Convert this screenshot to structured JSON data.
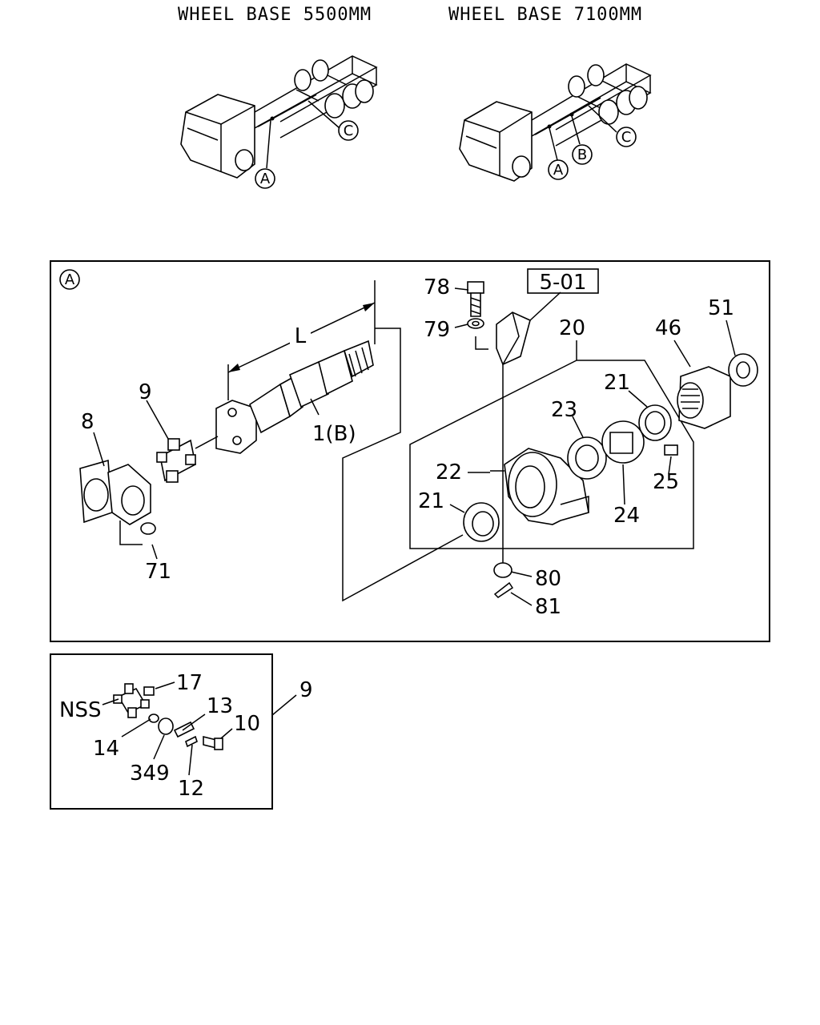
{
  "headers": {
    "left": "WHEEL BASE 5500MM",
    "right": "WHEEL BASE 7100MM"
  },
  "callouts": {
    "A": "A",
    "B": "B",
    "C": "C"
  },
  "section_ref": "5-01",
  "dimension_label": "L",
  "main_labels": {
    "p78": "78",
    "p79": "79",
    "p20": "20",
    "p46": "46",
    "p51": "51",
    "p21a": "21",
    "p23": "23",
    "p9": "9",
    "p8": "8",
    "p1b": "1(B)",
    "p22": "22",
    "p21b": "21",
    "p24": "24",
    "p25": "25",
    "p71": "71",
    "p80": "80",
    "p81": "81"
  },
  "detail_labels": {
    "p17": "17",
    "nss": "NSS",
    "p13": "13",
    "p10": "10",
    "p14": "14",
    "p349": "349",
    "p12": "12",
    "p9": "9"
  }
}
